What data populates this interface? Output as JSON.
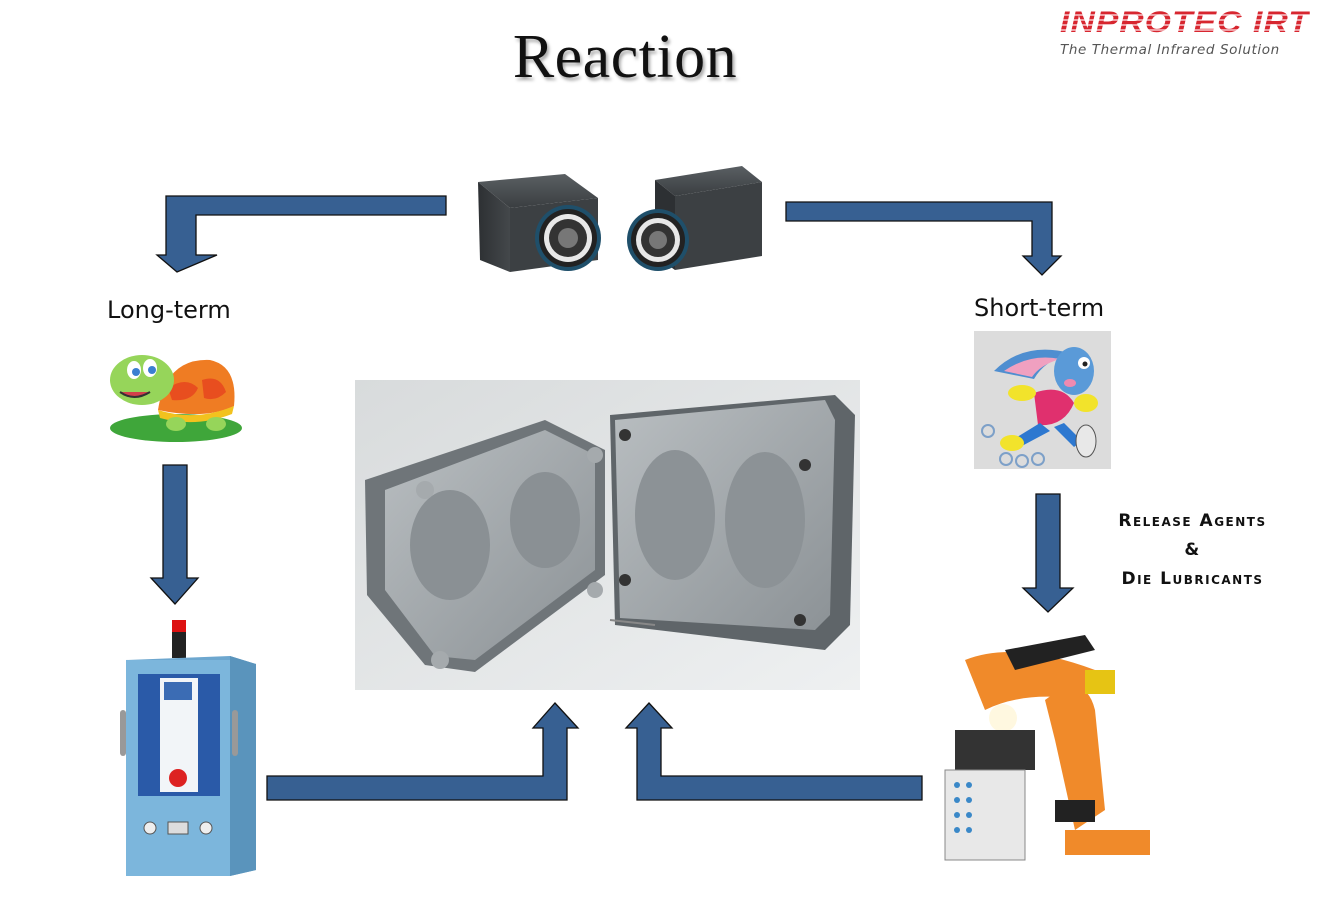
{
  "slide": {
    "title": "Reaction",
    "logo": {
      "brand": "INPROTEC IRT",
      "tagline": "The Thermal Infrared Solution",
      "brand_color": "#d7262f"
    },
    "labels": {
      "long_term": "Long-term",
      "short_term": "Short-term"
    },
    "note": {
      "line1": "Release Agents",
      "line2": "&",
      "line3": "Die Lubricants"
    },
    "arrow_color": "#376092",
    "images": {
      "cameras": "thermal-camera-pair",
      "turtle": "turtle-cartoon",
      "rabbit": "rabbit-cartoon",
      "mold": "die-casting-mold",
      "temp_unit": "temperature-control-unit",
      "robot": "spray-robot"
    }
  }
}
